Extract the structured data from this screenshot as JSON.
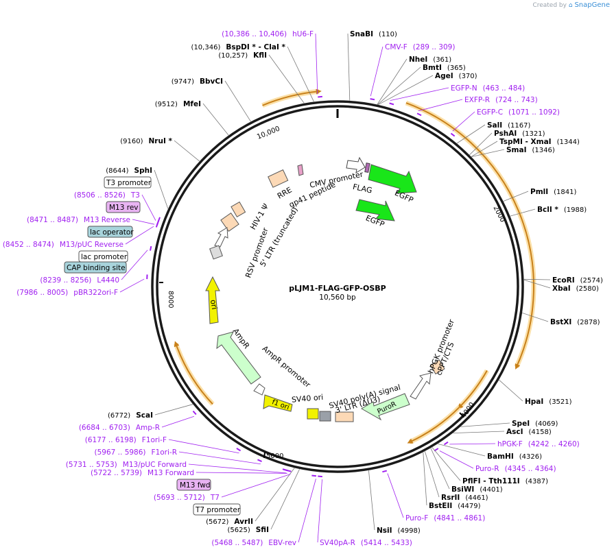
{
  "brand": {
    "created_by": "Created by",
    "name": "SnapGene"
  },
  "plasmid": {
    "name": "pLJM1-FLAG-GFP-OSBP",
    "length": "10,560 bp"
  },
  "ticks": [
    "2000",
    "4000",
    "5000",
    "8000",
    "10,000"
  ],
  "enzymes": [
    {
      "name": "SnaBI",
      "coord": "(110)"
    },
    {
      "name": "NheI",
      "coord": "(361)"
    },
    {
      "name": "BmtI",
      "coord": "(365)"
    },
    {
      "name": "AgeI",
      "coord": "(370)"
    },
    {
      "name": "SalI",
      "coord": "(1167)"
    },
    {
      "name": "PshAI",
      "coord": "(1321)"
    },
    {
      "name": "TspMI - XmaI",
      "coord": "(1344)"
    },
    {
      "name": "SmaI",
      "coord": "(1346)"
    },
    {
      "name": "PmlI",
      "coord": "(1841)"
    },
    {
      "name": "BclI *",
      "coord": "(1988)"
    },
    {
      "name": "EcoRI",
      "coord": "(2574)"
    },
    {
      "name": "XbaI",
      "coord": "(2580)"
    },
    {
      "name": "BstXI",
      "coord": "(2878)"
    },
    {
      "name": "HpaI",
      "coord": "(3521)"
    },
    {
      "name": "SpeI",
      "coord": "(4069)"
    },
    {
      "name": "AscI",
      "coord": "(4158)"
    },
    {
      "name": "BamHI",
      "coord": "(4326)"
    },
    {
      "name": "PflFI - Tth111I",
      "coord": "(4387)"
    },
    {
      "name": "BsiWI",
      "coord": "(4401)"
    },
    {
      "name": "RsrII",
      "coord": "(4461)"
    },
    {
      "name": "BstEII",
      "coord": "(4479)"
    },
    {
      "name": "NsiI",
      "coord": "(4998)"
    },
    {
      "name": "SfiI",
      "coord": "(5625)"
    },
    {
      "name": "AvrII",
      "coord": "(5672)"
    },
    {
      "name": "ScaI",
      "coord": "(6772)"
    },
    {
      "name": "NruI *",
      "coord": "(9160)"
    },
    {
      "name": "MfeI",
      "coord": "(9512)"
    },
    {
      "name": "BbvCI",
      "coord": "(9747)"
    },
    {
      "name": "KflI",
      "coord": "(10,257)"
    },
    {
      "name": "BspDI * - ClaI *",
      "coord": "(10,346)"
    },
    {
      "name": "SphI",
      "coord": "(8644)"
    }
  ],
  "primers": [
    {
      "name": "CMV-F",
      "coord": "(289 .. 309)"
    },
    {
      "name": "EGFP-N",
      "coord": "(463 .. 484)"
    },
    {
      "name": "EXFP-R",
      "coord": "(724 .. 743)"
    },
    {
      "name": "EGFP-C",
      "coord": "(1071 .. 1092)"
    },
    {
      "name": "hPGK-F",
      "coord": "(4242 .. 4260)"
    },
    {
      "name": "Puro-R",
      "coord": "(4345 .. 4364)"
    },
    {
      "name": "Puro-F",
      "coord": "(4841 .. 4861)"
    },
    {
      "name": "SV40pA-R",
      "coord": "(5414 .. 5433)"
    },
    {
      "name": "EBV-rev",
      "coord": "(5468 .. 5487)"
    },
    {
      "name": "T7",
      "coord": "(5693 .. 5712)"
    },
    {
      "name": "M13 Forward",
      "coord": "(5722 .. 5739)"
    },
    {
      "name": "M13/pUC Forward",
      "coord": "(5731 .. 5753)"
    },
    {
      "name": "F1ori-R",
      "coord": "(5967 .. 5986)"
    },
    {
      "name": "F1ori-F",
      "coord": "(6177 .. 6198)"
    },
    {
      "name": "Amp-R",
      "coord": "(6684 .. 6703)"
    },
    {
      "name": "pBR322ori-F",
      "coord": "(7986 .. 8005)"
    },
    {
      "name": "L4440",
      "coord": "(8239 .. 8256)"
    },
    {
      "name": "M13/pUC Reverse",
      "coord": "(8452 .. 8474)"
    },
    {
      "name": "M13 Reverse",
      "coord": "(8471 .. 8487)"
    },
    {
      "name": "T3",
      "coord": "(8506 .. 8526)"
    },
    {
      "name": "hU6-F",
      "coord": "(10,386 .. 10,406)"
    }
  ],
  "boxed": {
    "t3_promoter": "T3 promoter",
    "m13_rev": "M13 rev",
    "lac_operator": "lac operator",
    "lac_promoter": "lac promoter",
    "cap_site": "CAP binding site",
    "m13_fwd": "M13 fwd",
    "t7_promoter": "T7 promoter"
  },
  "features": {
    "cmv_promoter": "CMV promoter",
    "flag": "FLAG",
    "egfp1": "EGFP",
    "egfp2": "EGFP",
    "rre": "RRE",
    "gp41": "gp41 peptide",
    "hiv_psi": "HIV-1 Ψ",
    "ltr5": "5' LTR (truncated)",
    "rsv": "RSV promoter",
    "ori": "ori",
    "ampr": "AmpR",
    "ampr_promoter": "AmpR promoter",
    "f1ori": "f1 ori",
    "sv40ori": "SV40 ori",
    "sv40pa": "SV40 poly(A) signal",
    "ltr3": "3' LTR (ΔU3)",
    "puror": "PuroR",
    "hpgk": "hPGK promoter",
    "cppt": "cPPT/CTS"
  },
  "colors": {
    "backbone": "#1a1a1a",
    "primer": "#a020f0",
    "orf_orange": "#c8801a",
    "egfp": "#19e619",
    "ori": "#f2f200",
    "ampr": "#ccffcc",
    "feature_tan": "#fcd9b6",
    "lac_box": "#a8d4dc",
    "m13_box": "#e8b3f2"
  }
}
